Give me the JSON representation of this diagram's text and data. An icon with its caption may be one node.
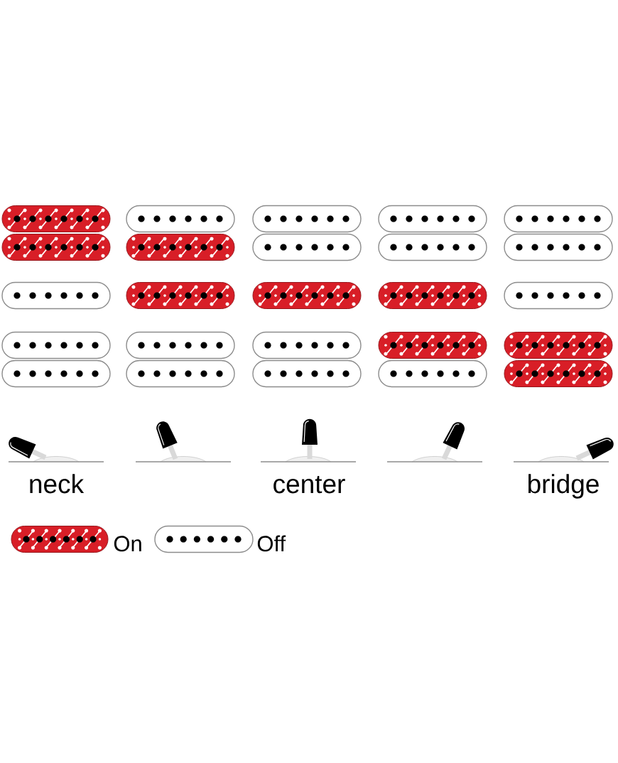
{
  "diagram": {
    "labels": [
      "neck",
      "center",
      "bridge"
    ],
    "legend": [
      {
        "text": "On",
        "color": "#d81e27"
      },
      {
        "text": "Off"
      }
    ]
  }
}
